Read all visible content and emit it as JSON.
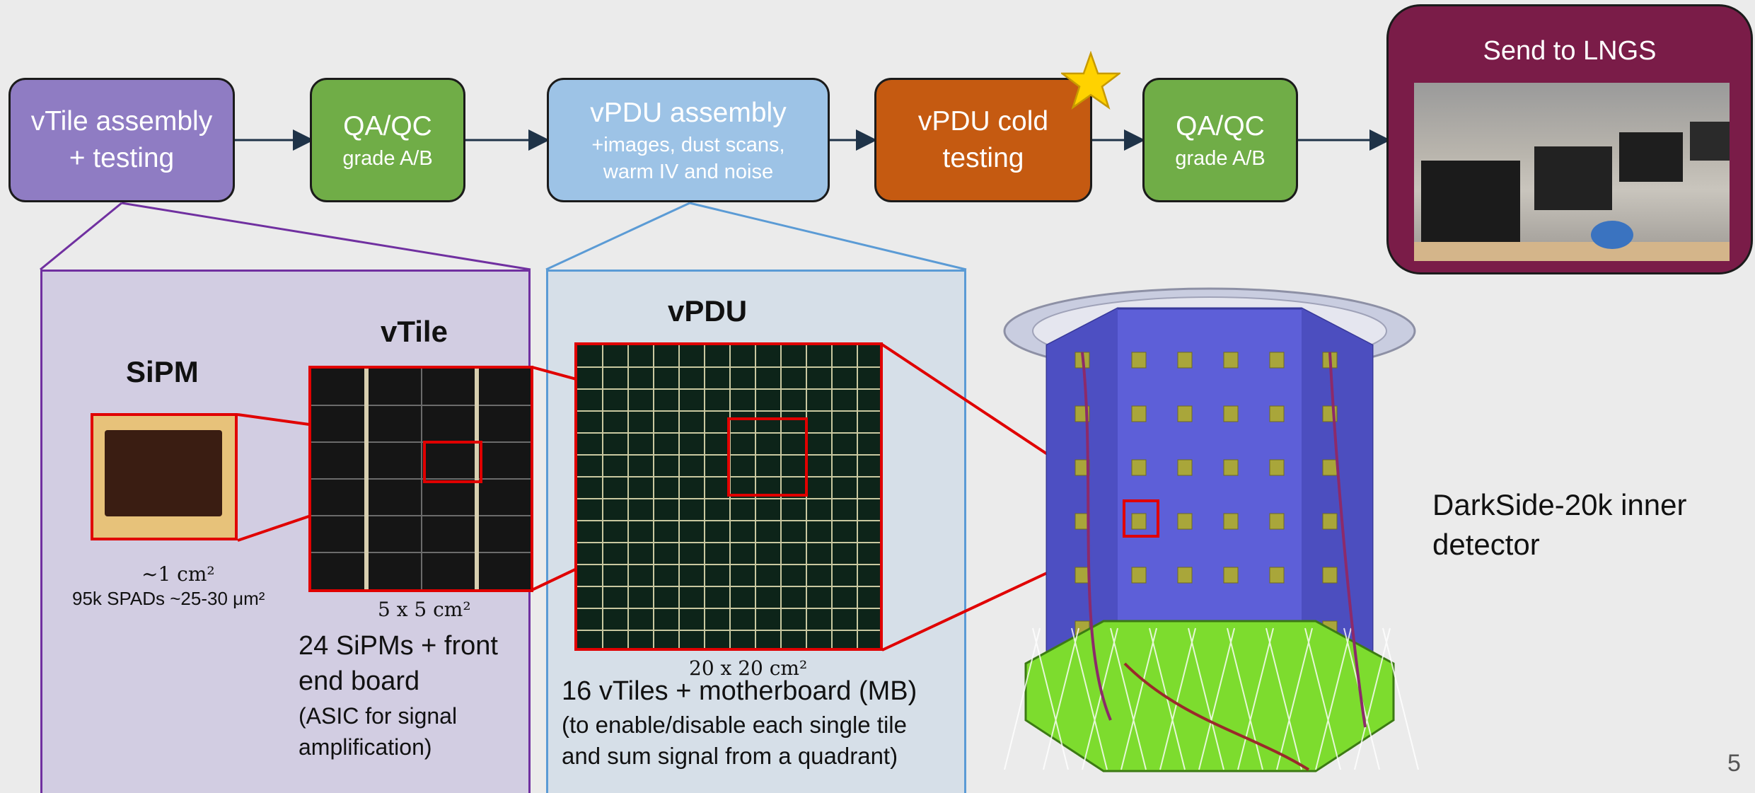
{
  "flow": {
    "step1": {
      "l1": "vTile assembly",
      "l2": "+ testing"
    },
    "step2": {
      "l1": "QA/QC",
      "l2": "grade A/B"
    },
    "step3": {
      "l1": "vPDU assembly",
      "l2": "+images, dust scans,",
      "l3": "warm IV and noise"
    },
    "step4": {
      "l1": "vPDU cold",
      "l2": "testing"
    },
    "step5": {
      "l1": "QA/QC",
      "l2": "grade A/B"
    },
    "step6": {
      "title": "Send to LNGS"
    }
  },
  "sipm": {
    "title": "SiPM",
    "area": "~1 cm²",
    "spads": "95k SPADs ~25-30 μm²"
  },
  "vtile": {
    "title": "vTile",
    "dim": "5 x 5 cm²",
    "desc1": "24 SiPMs + front",
    "desc2": "end board",
    "note1": "(ASIC for signal",
    "note2": "amplification)"
  },
  "vpdu": {
    "title": "vPDU",
    "dim": "20 x 20 cm²",
    "desc": "16 vTiles + motherboard (MB)",
    "note1": "(to enable/disable each single tile",
    "note2": "and sum signal from a quadrant)"
  },
  "detector": {
    "l1": "DarkSide-20k inner",
    "l2": "detector"
  },
  "page_number": "5",
  "colors": {
    "purple": "#8f7cc3",
    "green": "#70ad47",
    "lightblue": "#9dc3e6",
    "orange": "#c55a11",
    "maroon": "#7a1c48",
    "red": "#e00000"
  }
}
